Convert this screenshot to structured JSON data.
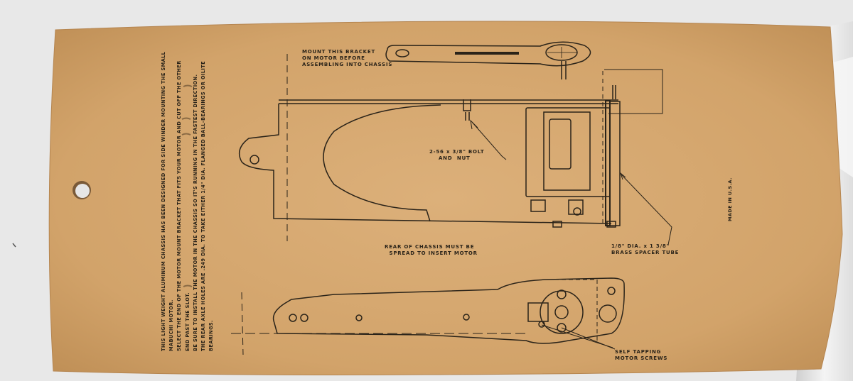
{
  "instructions": {
    "line1": "THIS LIGHT WEIGHT ALUMINUM CHASSIS HAS BEEN DESIGNED FOR SIDE WINDER MOUNTING THE SMALL",
    "line2": "MABUCHI MOTOR.",
    "line3": "SELECT THE END OF THE MOTOR MOUNT BRACKET THAT FITS YOUR MOTOR AND CUT OFF THE OTHER",
    "line4": "END PAST THE SLOT.",
    "line5": "BE SURE TO INSTALL THE MOTOR IN THE CHASSIS SO IT'S RUNNING IN THE FASTEST DIRECTION.",
    "line6": "THE REAR AXLE HOLES ARE .249 DIA. TO TAKE EITHER 1/4\" DIA. FLANGED BALL-BEARINGS OR OILITE",
    "line7": "BEARINGS."
  },
  "callouts": {
    "mount_bracket": "MOUNT THIS BRACKET\nON MOTOR BEFORE\nASSEMBLING INTO CHASSIS",
    "bolt": "2-56 x 3/8\" BOLT\n    AND  NUT",
    "rear_chassis": "REAR OF CHASSIS MUST BE\n  SPREAD TO INSERT MOTOR",
    "spacer_tube": "1/8\" DIA. x 1 3/8\"\nBRASS SPACER TUBE",
    "self_tapping": "SELF TAPPING\nMOTOR SCREWS",
    "made_in": "MADE IN U.S.A."
  },
  "colors": {
    "background": "#e6e6e6",
    "paper": "#d5a76e",
    "ink": "#2a2319"
  }
}
